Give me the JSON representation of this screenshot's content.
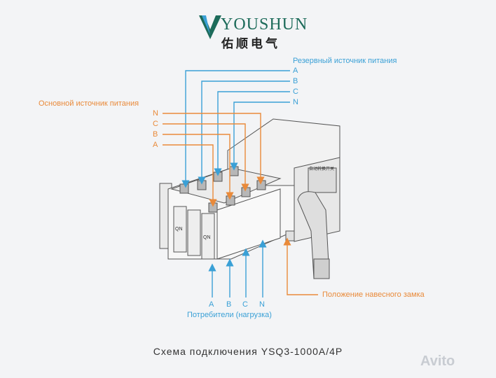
{
  "logo": {
    "brand": "YOUSHUN",
    "chinese": "佑顺电气"
  },
  "reserve": {
    "title": "Резервный источник питания",
    "phases": [
      "A",
      "B",
      "C",
      "N"
    ]
  },
  "main": {
    "title": "Основной источник питания",
    "phases": [
      "N",
      "C",
      "B",
      "A"
    ]
  },
  "load": {
    "title": "Потребители (нагрузка)",
    "phases": [
      "A",
      "B",
      "C",
      "N"
    ]
  },
  "lock_label": "Положение навесного замка",
  "caption": "Схема подключения YSQ3-1000A/4P",
  "device": {
    "panel_label": "自动转换开关",
    "qn_left": "QN",
    "qn_right": "QN"
  },
  "watermark": "Avito",
  "colors": {
    "reserve": "#3aa0d6",
    "main": "#e98a3a"
  }
}
